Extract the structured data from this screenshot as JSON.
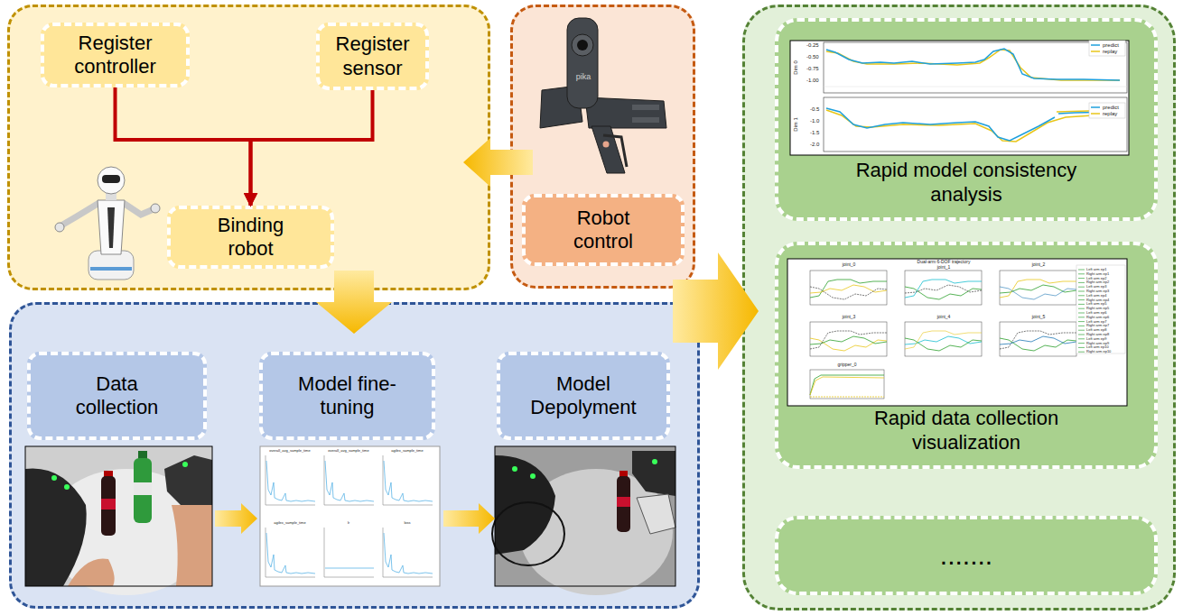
{
  "diagram": {
    "nodes": [
      {
        "text": []
      },
      {
        "text": [
          "Register controller"
        ],
        "in": 0
      },
      {
        "text": [
          "Register sensor"
        ],
        "in": 0
      },
      {
        "text": [
          "Binding robot"
        ],
        "in": 0
      },
      {
        "text": []
      },
      {
        "text": [
          "Robot control"
        ],
        "in": 4
      },
      {
        "text": []
      },
      {
        "text": [
          "Data collection"
        ],
        "in": 6
      },
      {
        "text": [
          "Model fine-tuning"
        ],
        "in": 6
      },
      {
        "text": [
          "Model Depolyment"
        ],
        "in": 6
      },
      {
        "text": []
      },
      {
        "text": [
          "Rapid model consistency analysis"
        ],
        "in": 10
      },
      {
        "text": [
          "Rapid data collection visualization"
        ],
        "in": 10
      },
      {
        "text": [
          "......."
        ],
        "in": 10
      }
    ],
    "edges": [
      {
        "from": 1,
        "to": 3,
        "arrow": "to"
      },
      {
        "from": 2,
        "to": 3,
        "arrow": "to"
      },
      {
        "from": 4,
        "to": 0,
        "arrow": "to"
      },
      {
        "from": 0,
        "to": 6,
        "arrow": "to"
      },
      {
        "from": 7,
        "to": 8,
        "arrow": "to"
      },
      {
        "from": 8,
        "to": 9,
        "arrow": "to"
      },
      {
        "from": 6,
        "to": 10,
        "arrow": "to"
      }
    ],
    "labels": [
      "pika",
      "predict",
      "replay",
      "predict",
      "replay",
      "-0.25",
      "-0.50",
      "-0.75",
      "-1.00",
      "Dim 0",
      "-0.5",
      "-1.0",
      "-1.5",
      "-2.0",
      "Dim 1",
      "joint_0",
      "Dual-arm 6-DOF trajectory",
      "joint_1",
      "joint_2",
      "joint_3",
      "joint_4",
      "joint_5",
      "gripper_0",
      "Left arm ep1",
      "Right arm ep1",
      "Left arm ep2",
      "Right arm ep2",
      "Left arm ep3",
      "Right arm ep3",
      "Left arm ep4",
      "Right arm ep4",
      "Left arm ep5",
      "Right arm ep5",
      "Left arm ep6",
      "Right arm ep6",
      "Left arm ep7",
      "Right arm ep7",
      "Left arm ep8",
      "Right arm ep8",
      "Left arm ep9",
      "Right arm ep9",
      "Left arm ep10",
      "Right arm ep10",
      "overall_avg_sample_time",
      "overall_avg_sample_time",
      "agilex_sample_time",
      "agilex_sample_time",
      "lr",
      "loss"
    ]
  }
}
